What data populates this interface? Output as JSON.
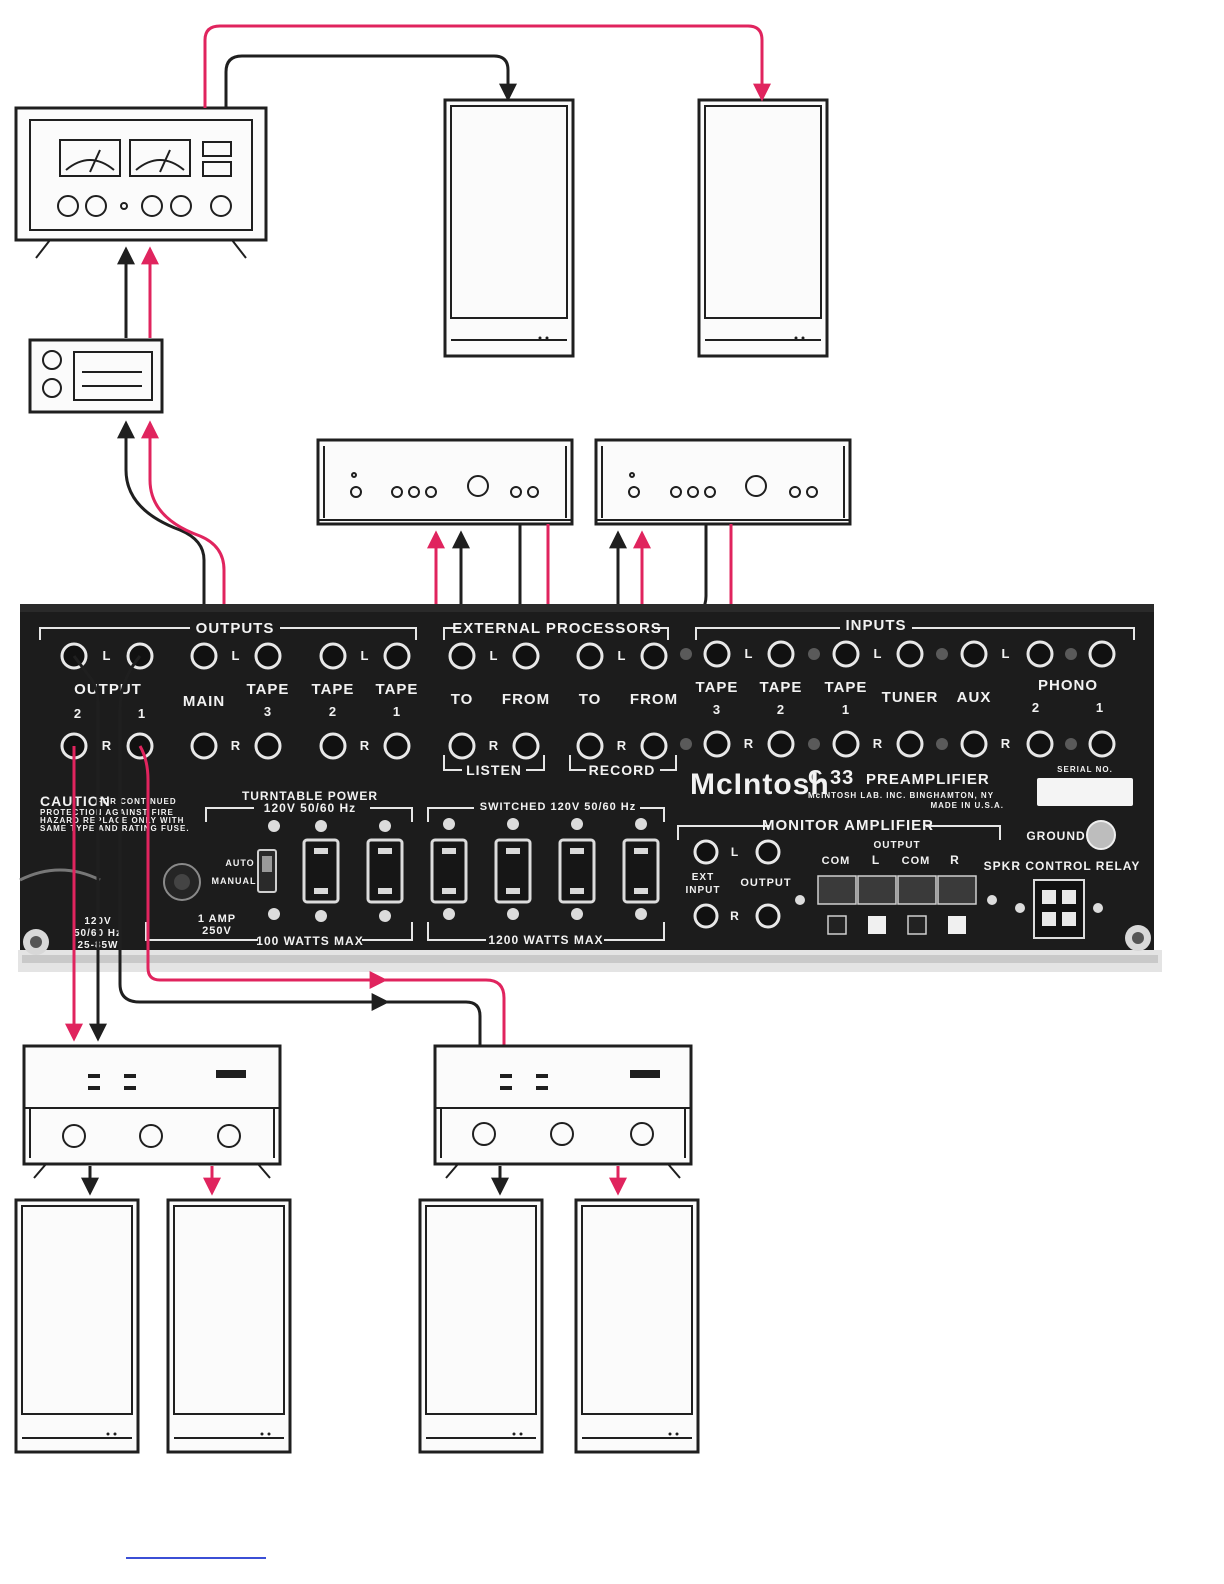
{
  "colors": {
    "panel": "#1c1c1c",
    "panel_text": "#f2f2f2",
    "signal_left": "#1f1f1f",
    "signal_right": "#e0245e",
    "accent_line": "#3b4fd6"
  },
  "panel": {
    "brand": "McIntosh",
    "model": "C 33",
    "product": "PREAMPLIFIER",
    "maker_line": "McINTOSH LAB. INC. BINGHAMTON, NY",
    "made_in": "MADE IN U.S.A.",
    "serial_label": "SERIAL NO.",
    "groups": {
      "outputs": "OUTPUTS",
      "external_processors": "EXTERNAL PROCESSORS",
      "inputs": "INPUTS",
      "listen": "LISTEN",
      "record": "RECORD",
      "monitor_amplifier": "MONITOR AMPLIFIER"
    },
    "output_section": {
      "label": "OUTPUT",
      "num_2": "2",
      "num_1": "1",
      "main": "MAIN",
      "tape": "TAPE",
      "num_3": "3"
    },
    "processor_section": {
      "to": "TO",
      "from": "FROM"
    },
    "input_section": {
      "tape": "TAPE",
      "tuner": "TUNER",
      "aux": "AUX",
      "phono": "PHONO"
    },
    "channel_l": "L",
    "channel_r": "R",
    "caution": {
      "title": "CAUTION",
      "line1": "FOR CONTINUED",
      "line2": "PROTECTION AGAINST FIRE",
      "line3": "HAZARD REPLACE ONLY WITH",
      "line4": "SAME TYPE AND RATING FUSE."
    },
    "turntable_power": {
      "line1": "TURNTABLE POWER",
      "line2": "120V 50/60 Hz",
      "max": "100 WATTS MAX",
      "auto": "AUTO",
      "manual": "MANUAL",
      "fuse1": "1 AMP",
      "fuse2": "250V"
    },
    "switched_power": {
      "label": "SWITCHED 120V 50/60 Hz",
      "max": "1200 WATTS MAX"
    },
    "mains": {
      "line1": "120V",
      "line2": "50/60 Hz",
      "line3": "25-85W"
    },
    "monitor": {
      "ext1": "EXT",
      "ext2": "INPUT",
      "output": "OUTPUT",
      "output_top": "OUTPUT",
      "com": "COM",
      "l": "L",
      "r": "R"
    },
    "ground": "GROUND",
    "spkr_relay": "SPKR CONTROL RELAY"
  }
}
